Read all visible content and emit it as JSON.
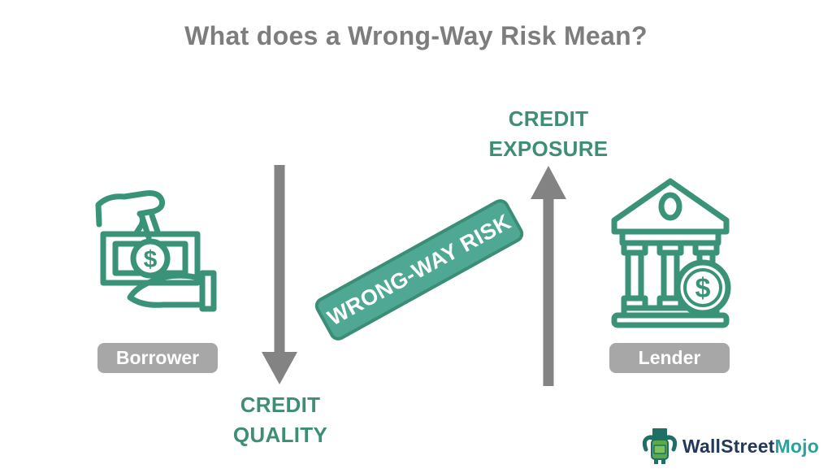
{
  "title": "What does a Wrong-Way Risk Mean?",
  "banner": {
    "label": "WRONG-WAY RISK"
  },
  "borrower": {
    "badge_label": "Borrower",
    "icon": "money-exchange-icon",
    "dollar_sign": "$"
  },
  "lender": {
    "badge_label": "Lender",
    "icon": "bank-icon",
    "dollar_sign": "$"
  },
  "labels": {
    "credit_quality_line1": "CREDIT",
    "credit_quality_line2": "QUALITY",
    "credit_exposure_line1": "CREDIT",
    "credit_exposure_line2": "EXPOSURE"
  },
  "arrows": {
    "credit_quality_direction": "down",
    "credit_exposure_direction": "up"
  },
  "logo": {
    "part1": "WallStreet",
    "part2": "Mojo"
  },
  "colors": {
    "icon_teal": "#3a9379",
    "label_teal": "#3e8e76",
    "banner_fill": "#4ea893",
    "banner_border": "#3c8d77",
    "arrow_gray": "#838383",
    "badge_gray": "#a7a7a7",
    "title_gray": "#7d7d7d",
    "logo_navy": "#22395b",
    "logo_teal": "#2aa39e"
  }
}
